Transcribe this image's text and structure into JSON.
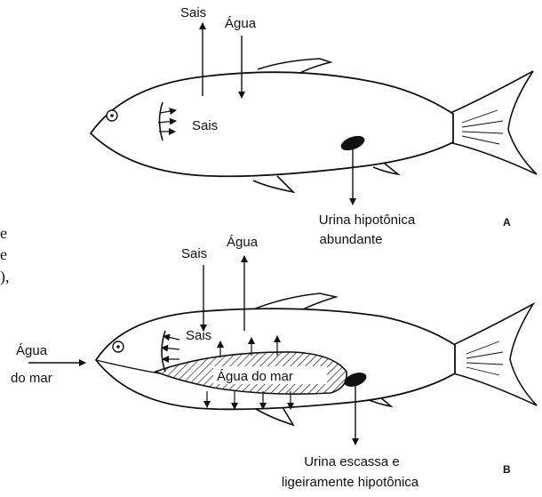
{
  "edge_fragments": [
    "e",
    "e",
    "),"
  ],
  "fish_a": {
    "panel_label": "A",
    "label_sais_out": "Sais",
    "label_agua_in": "Água",
    "label_sais_gills": "Sais",
    "urine_line1": "Urina hipotônica",
    "urine_line2": "abundante"
  },
  "fish_b": {
    "panel_label": "B",
    "label_sais_in": "Sais",
    "label_agua_out": "Água",
    "label_sais_gills": "Sais",
    "gut_label": "Água do mar",
    "seawater_line1": "Água",
    "seawater_line2": "do mar",
    "urine_line1": "Urina escassa e",
    "urine_line2": "ligeiramente hipotônica"
  }
}
